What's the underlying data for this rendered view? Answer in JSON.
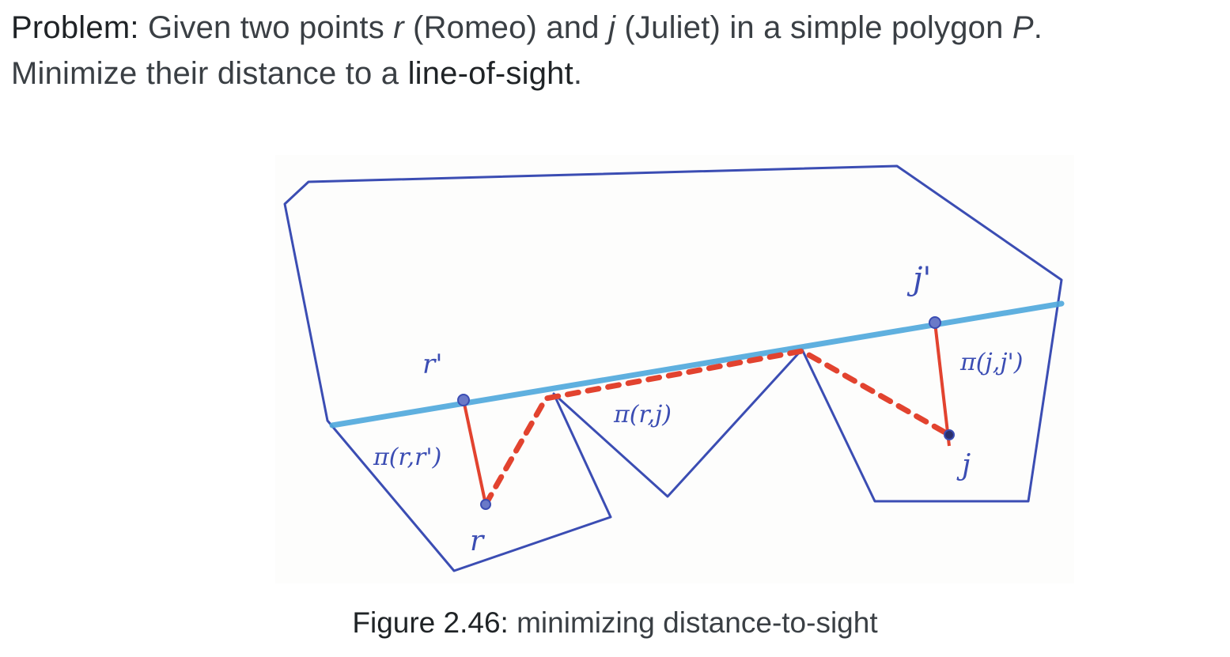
{
  "problem": {
    "label": "Problem:",
    "line1_a": " Given two points ",
    "r_var": "r",
    "line1_b": " (Romeo) and ",
    "j_var": "j",
    "line1_c": " (Juliet) in a simple polygon ",
    "p_var": "P",
    "line1_d": ".",
    "line2_a": "Minimize their distance to a ",
    "line2_term": "line-of-sight",
    "line2_b": "."
  },
  "figure": {
    "label_r_prime": "r'",
    "label_j_prime": "j'",
    "label_r": "r",
    "label_j": "j",
    "label_pi_r_rprime": "π(r,r')",
    "label_pi_r_j": "π(r,j)",
    "label_pi_j_jprime": "π(j,j')",
    "colors": {
      "polygon": "#3b4db3",
      "sightline": "#4fa8dc",
      "path": "#e2432f"
    }
  },
  "caption": {
    "label": "Figure 2.46:",
    "text": " minimizing distance-to-sight"
  }
}
